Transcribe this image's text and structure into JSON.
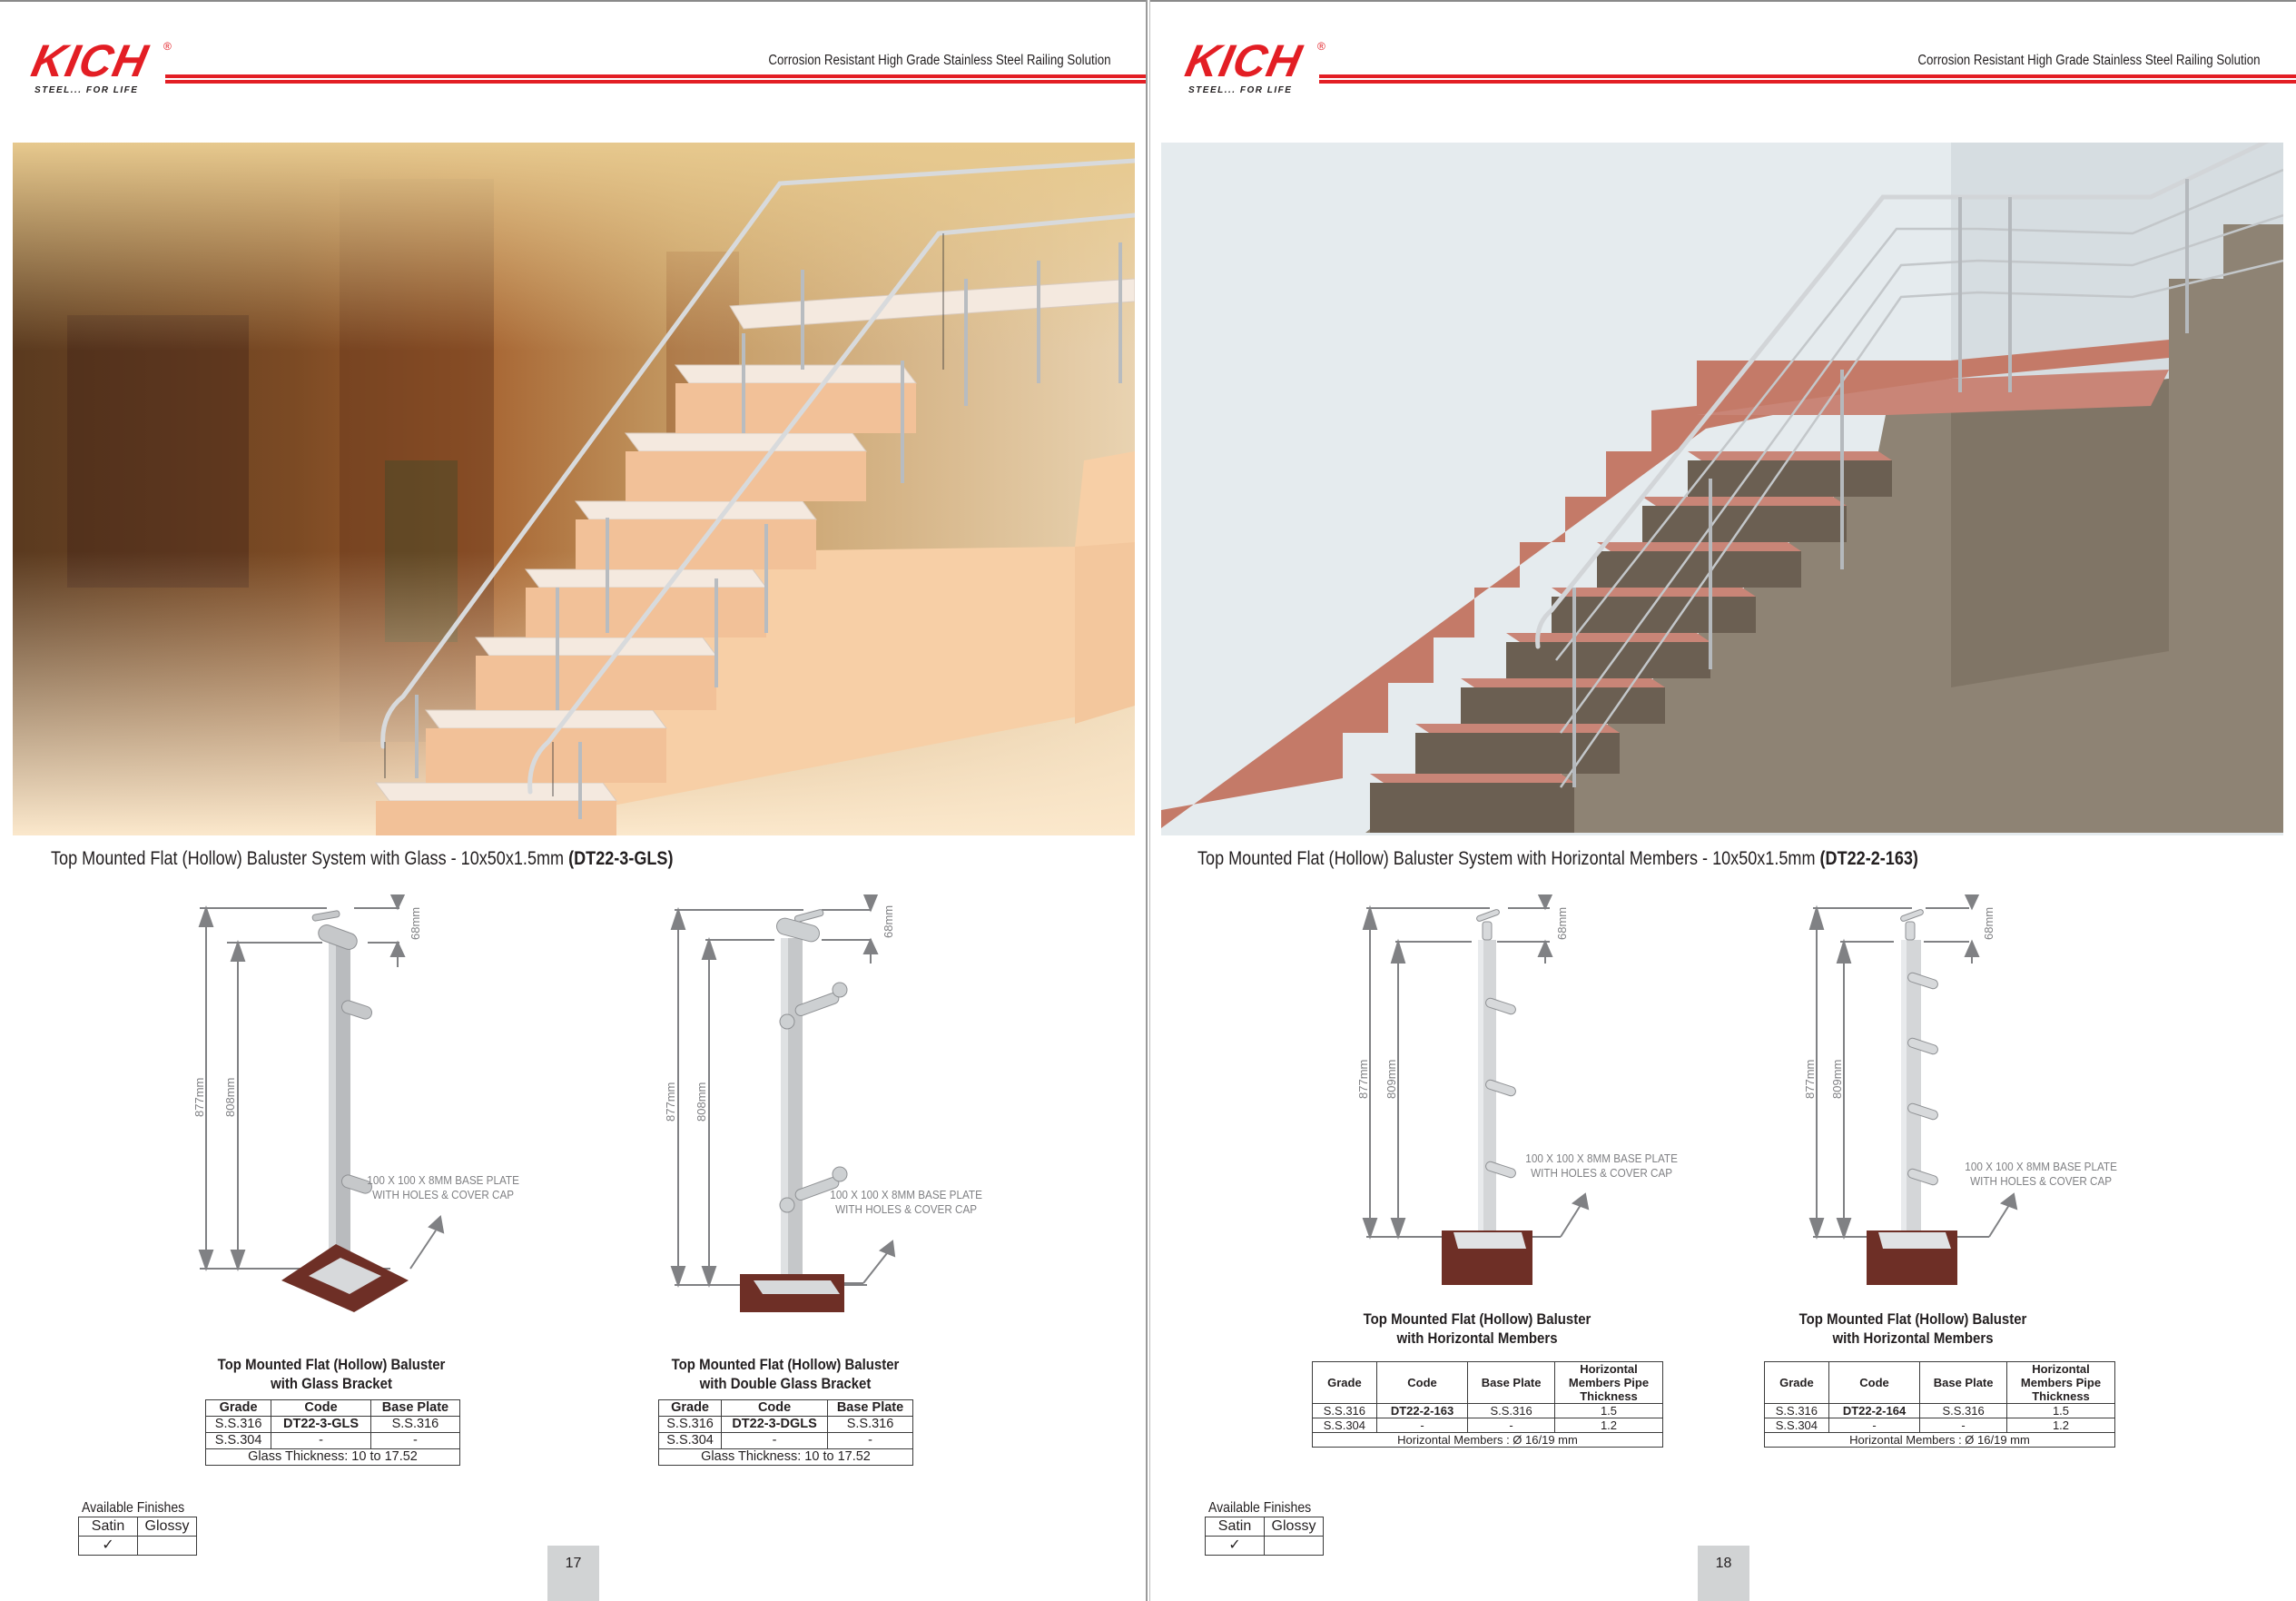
{
  "brand": {
    "name": "KICH",
    "registered_mark": "®",
    "tagline": "STEEL... FOR LIFE",
    "color": "#e31e24"
  },
  "header": {
    "title": "Corrosion Resistant High Grade Stainless Steel Railing Solution"
  },
  "pages": [
    {
      "page_number": "17",
      "hero_image": "staircase-with-glass-railing-render",
      "system_caption": {
        "text": "Top Mounted Flat (Hollow) Baluster System with Glass - 10x50x1.5mm ",
        "code": "(DT22-3-GLS)"
      },
      "products": [
        {
          "drawing": "baluster-with-glass-bracket",
          "dims": {
            "total": "877mm",
            "post": "808mm",
            "top": "68mm"
          },
          "base_note_line1": "100 X 100 X 8MM BASE PLATE",
          "base_note_line2": "WITH   HOLES & COVER CAP",
          "title_line1": "Top Mounted Flat (Hollow) Baluster",
          "title_line2": "with Glass Bracket",
          "table": {
            "headers": [
              "Grade",
              "Code",
              "Base Plate"
            ],
            "rows": [
              [
                "S.S.316",
                "DT22-3-GLS",
                "S.S.316"
              ],
              [
                "S.S.304",
                "-",
                "-"
              ]
            ],
            "footer": "Glass Thickness: 10 to 17.52"
          }
        },
        {
          "drawing": "baluster-with-double-glass-bracket",
          "dims": {
            "total": "877mm",
            "post": "808mm",
            "top": "68mm"
          },
          "base_note_line1": "100 X 100 X 8MM BASE PLATE",
          "base_note_line2": "WITH   HOLES & COVER CAP",
          "title_line1": "Top Mounted Flat (Hollow) Baluster",
          "title_line2": "with Double Glass Bracket",
          "table": {
            "headers": [
              "Grade",
              "Code",
              "Base Plate"
            ],
            "rows": [
              [
                "S.S.316",
                "DT22-3-DGLS",
                "S.S.316"
              ],
              [
                "S.S.304",
                "-",
                "-"
              ]
            ],
            "footer": "Glass Thickness: 10 to 17.52"
          }
        }
      ],
      "finishes": {
        "label": "Available Finishes",
        "options": [
          "Satin",
          "Glossy"
        ],
        "selected": [
          "✓",
          ""
        ]
      }
    },
    {
      "page_number": "18",
      "hero_image": "staircase-with-horizontal-member-railing-render",
      "system_caption": {
        "text": "Top Mounted Flat (Hollow) Baluster System with Horizontal Members - 10x50x1.5mm ",
        "code": "(DT22-2-163)"
      },
      "products": [
        {
          "drawing": "baluster-with-3-horizontal-members",
          "dims": {
            "total": "877mm",
            "post": "809mm",
            "top": "68mm"
          },
          "base_note_line1": "100 X 100 X 8MM BASE PLATE",
          "base_note_line2": "WITH HOLES & COVER CAP",
          "title_line1": "Top Mounted Flat (Hollow) Baluster",
          "title_line2": "with Horizontal Members",
          "table": {
            "headers": [
              "Grade",
              "Code",
              "Base Plate",
              "Horizontal Members Pipe Thickness"
            ],
            "rows": [
              [
                "S.S.316",
                "DT22-2-163",
                "S.S.316",
                "1.5"
              ],
              [
                "S.S.304",
                "-",
                "-",
                "1.2"
              ]
            ],
            "footer": "Horizontal Members : Ø 16/19 mm"
          }
        },
        {
          "drawing": "baluster-with-4-horizontal-members",
          "dims": {
            "total": "877mm",
            "post": "809mm",
            "top": "68mm"
          },
          "base_note_line1": "100 X 100 X 8MM BASE PLATE",
          "base_note_line2": "WITH HOLES & COVER CAP",
          "title_line1": "Top Mounted Flat (Hollow) Baluster",
          "title_line2": "with Horizontal Members",
          "table": {
            "headers": [
              "Grade",
              "Code",
              "Base Plate",
              "Horizontal Members Pipe Thickness"
            ],
            "rows": [
              [
                "S.S.316",
                "DT22-2-164",
                "S.S.316",
                "1.5"
              ],
              [
                "S.S.304",
                "-",
                "-",
                "1.2"
              ]
            ],
            "footer": "Horizontal Members : Ø 16/19 mm"
          }
        }
      ],
      "finishes": {
        "label": "Available Finishes",
        "options": [
          "Satin",
          "Glossy"
        ],
        "selected": [
          "✓",
          ""
        ]
      }
    }
  ]
}
